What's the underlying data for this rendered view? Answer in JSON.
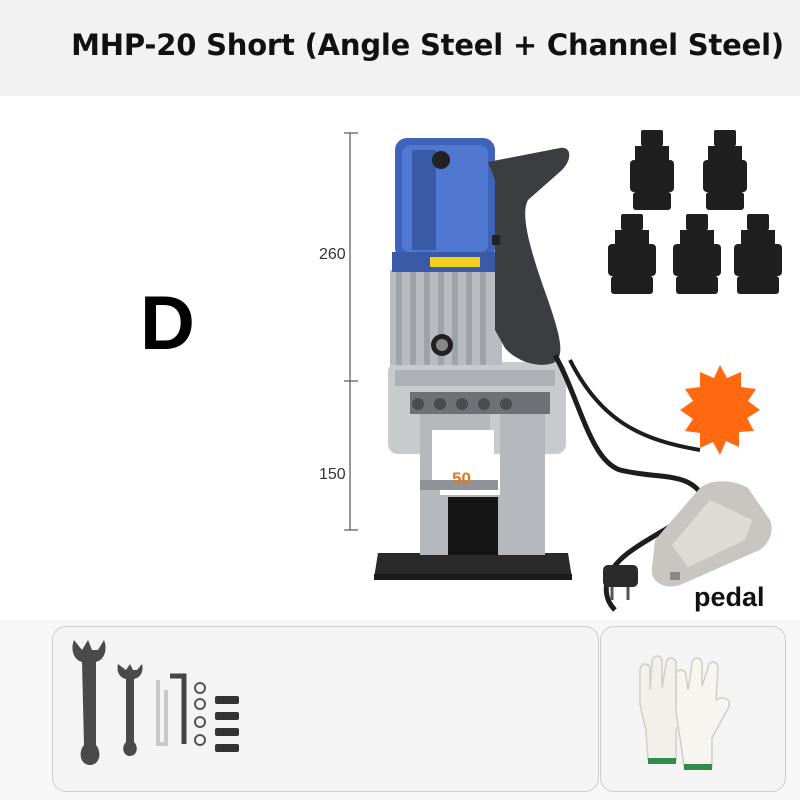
{
  "title": "MHP-20 Short (Angle Steel + Channel Steel)",
  "variant": "D",
  "dimensions": {
    "upper": "260",
    "lower": "150",
    "throat_width": "50"
  },
  "pedal_label": "pedal",
  "colors": {
    "motor_blue": "#3f63b8",
    "accent_orange": "#ff6a10",
    "label_orange": "#e07820"
  }
}
